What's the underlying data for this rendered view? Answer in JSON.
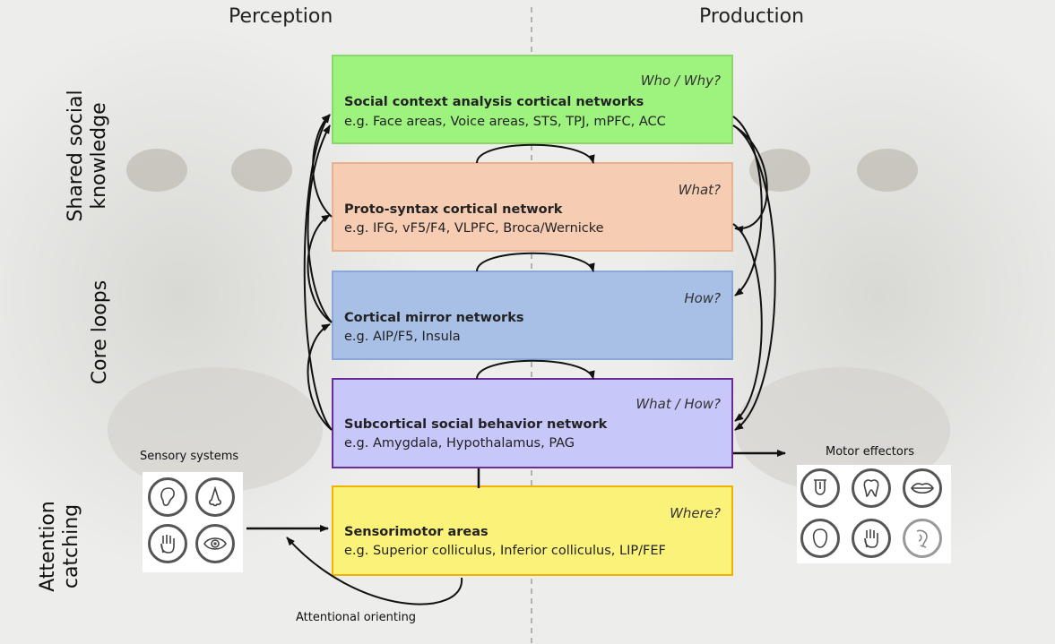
{
  "columns": {
    "left": "Perception",
    "right": "Production"
  },
  "side_labels": {
    "top": "Shared social knowledge",
    "top_line1": "Shared social",
    "top_line2": "knowledge",
    "middle": "Core loops",
    "bottom_line1": "Attention",
    "bottom_line2": "catching"
  },
  "boxes": [
    {
      "question": "Who / Why?",
      "title": "Social context analysis cortical networks",
      "examples": "e.g. Face areas, Voice areas, STS, TPJ, mPFC, ACC",
      "color": "#9ef27e"
    },
    {
      "question": "What?",
      "title": "Proto-syntax cortical network",
      "examples": "e.g. IFG, vF5/F4, VLPFC, Broca/Wernicke",
      "color": "#f6cdb3"
    },
    {
      "question": "How?",
      "title": "Cortical mirror networks",
      "examples": "e.g. AIP/F5, Insula",
      "color": "#a8bfe6"
    },
    {
      "question": "What / How?",
      "title": "Subcortical  social behavior network",
      "examples": "e.g. Amygdala, Hypothalamus, PAG",
      "color": "#c7c7fa"
    },
    {
      "question": "Where?",
      "title": "Sensorimotor areas",
      "examples": "e.g. Superior colliculus, Inferior colliculus, LIP/FEF",
      "color": "#fbf27a"
    }
  ],
  "sensory": {
    "label": "Sensory systems",
    "icons": [
      "ear-icon",
      "nose-icon",
      "hand-icon",
      "eye-icon"
    ]
  },
  "motor": {
    "label": "Motor effectors",
    "icons": [
      "tongue-icon",
      "tooth-icon",
      "lips-icon",
      "head-icon",
      "hand-icon",
      "larynx-icon"
    ]
  },
  "attention_label": "Attentional orienting"
}
